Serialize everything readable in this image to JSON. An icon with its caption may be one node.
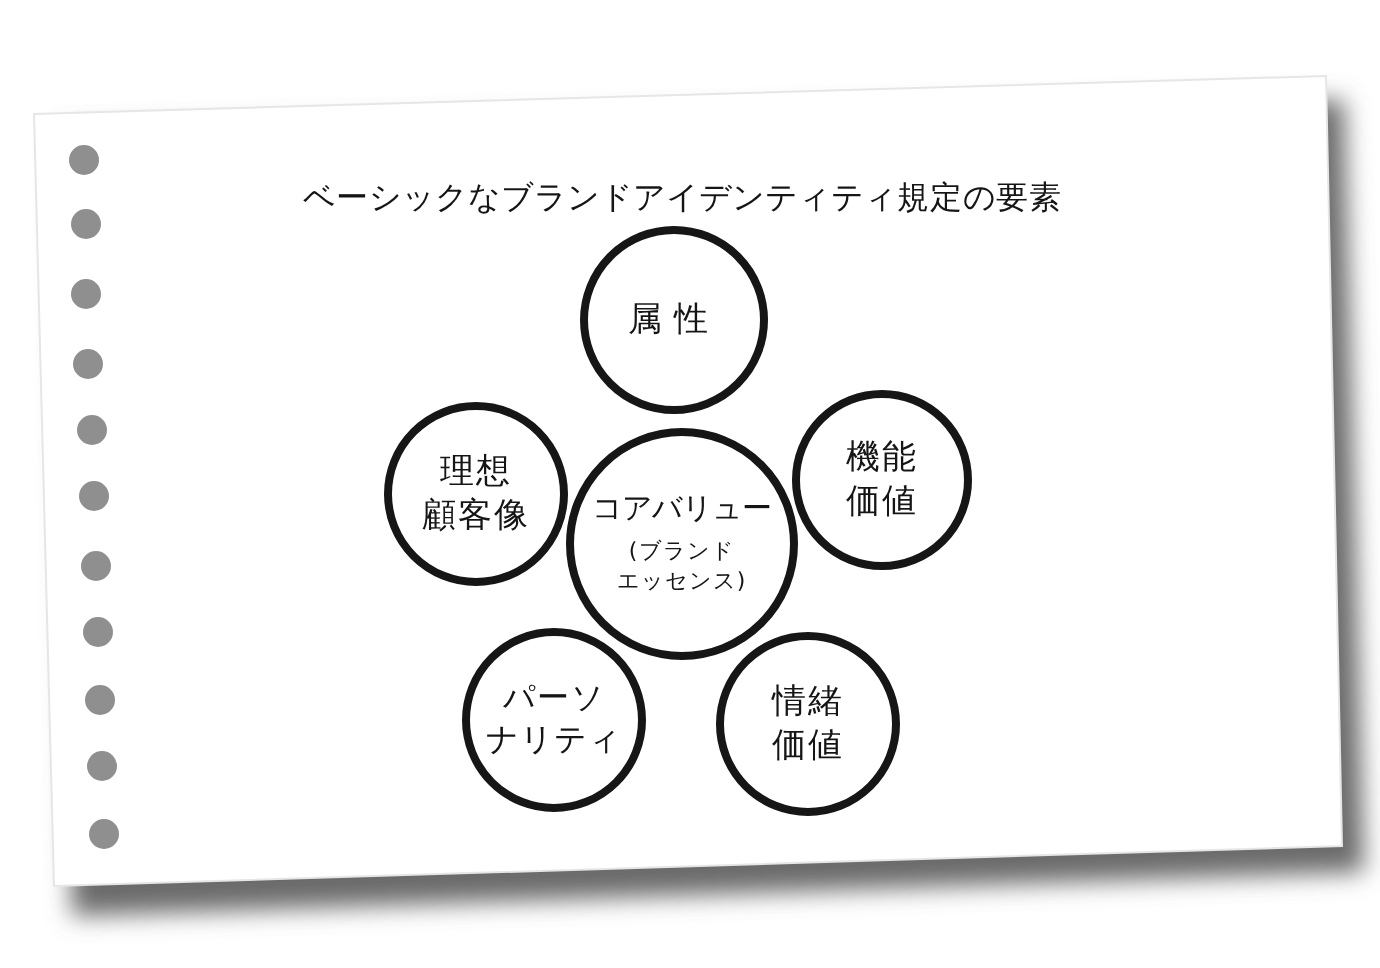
{
  "diagram": {
    "title": "ベーシックなブランドアイデンティティ規定の要素",
    "nodes": [
      {
        "text": [
          "属性"
        ]
      },
      {
        "text": [
          "理想顧客像"
        ]
      },
      {
        "text": [
          "コアバリュー",
          "(ブランドエッセンス)"
        ]
      },
      {
        "text": [
          "機能価値"
        ]
      },
      {
        "text": [
          "パーソナリティ"
        ]
      },
      {
        "text": [
          "情緒価値"
        ]
      }
    ]
  }
}
